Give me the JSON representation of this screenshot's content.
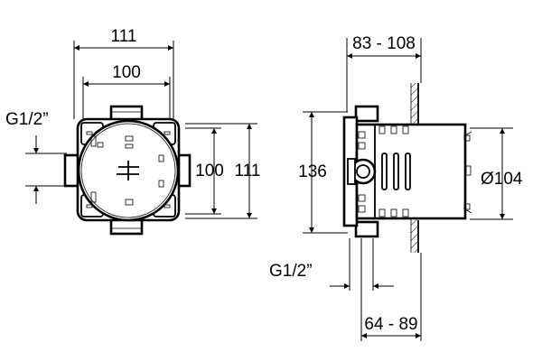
{
  "diagram": {
    "front_view": {
      "dim_top_outer": "111",
      "dim_top_inner": "100",
      "dim_right_inner": "100",
      "dim_right_outer": "111",
      "thread_label": "G1/2”"
    },
    "side_view": {
      "dim_top_depth": "83 - 108",
      "dim_left_height": "136",
      "dim_right_diameter": "Ø104",
      "thread_label": "G1/2”",
      "dim_bottom_depth": "64 - 89"
    }
  }
}
